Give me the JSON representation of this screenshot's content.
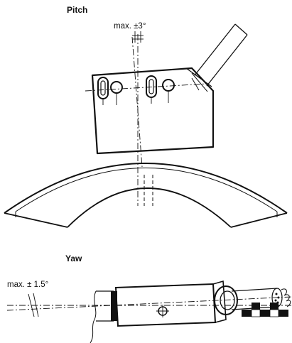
{
  "pitch": {
    "title": "Pitch",
    "tolerance_label": "max. ±3°"
  },
  "yaw": {
    "title": "Yaw",
    "tolerance_label": "max. ± 1.5°"
  }
}
